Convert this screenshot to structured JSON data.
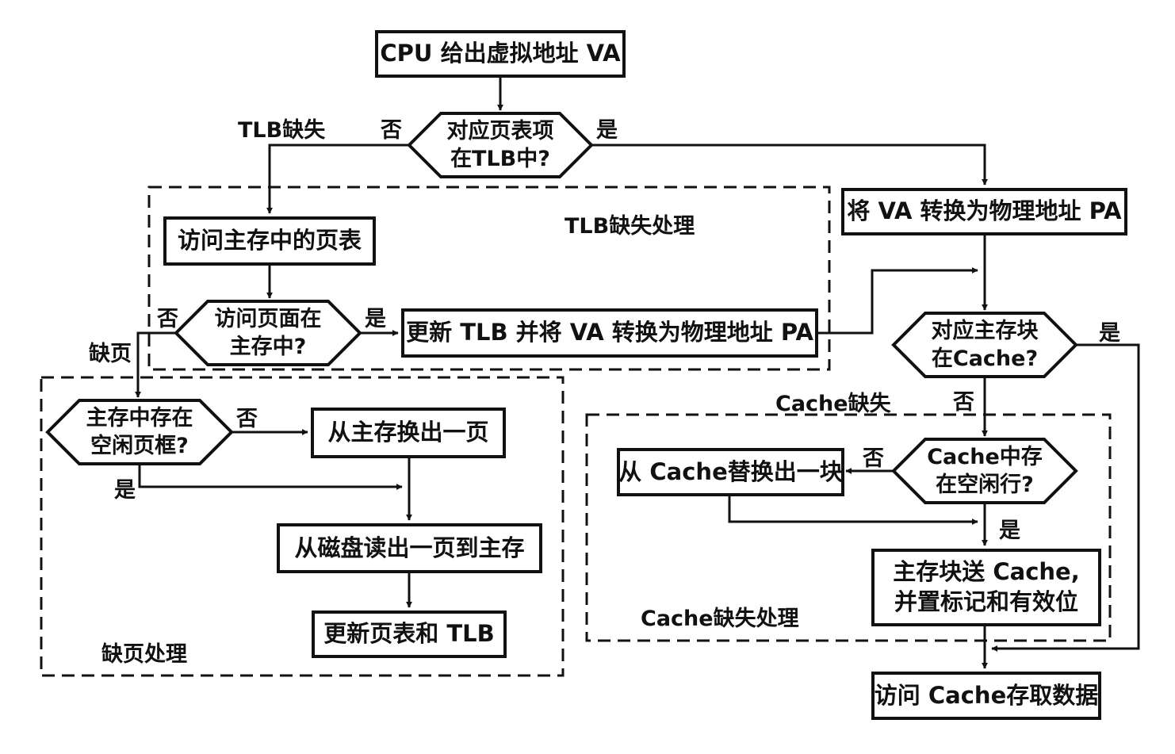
{
  "boxes": {
    "start": "CPU 给出虚拟地址 VA",
    "va_to_pa": "将 VA 转换为物理地址 PA",
    "access_page_table": "访问主存中的页表",
    "update_tlb": "更新 TLB 并将 VA 转换为物理地址 PA",
    "swap_out_page": "从主存换出一页",
    "read_disk": "从磁盘读出一页到主存",
    "update_pt_tlb": "更新页表和 TLB",
    "replace_cache_block": "从 Cache替换出一块",
    "send_block": "主存块送 Cache,\n并置标记和有效位",
    "access_cache": "访问 Cache存取数据"
  },
  "decisions": {
    "tlb_hit": "对应页表项\n在TLB中?",
    "page_in_memory": "访问页面在\n主存中?",
    "free_frame": "主存中存在\n空闲页框?",
    "block_in_cache": "对应主存块\n在Cache?",
    "free_line": "Cache中存\n在空闲行?"
  },
  "regions": {
    "tlb_miss": "TLB缺失处理",
    "page_fault": "缺页处理",
    "cache_miss": "Cache缺失处理"
  },
  "edge_labels": {
    "tlb_miss": "TLB缺失",
    "fault": "缺页",
    "cache_miss": "Cache缺失",
    "no": "否",
    "yes": "是"
  }
}
